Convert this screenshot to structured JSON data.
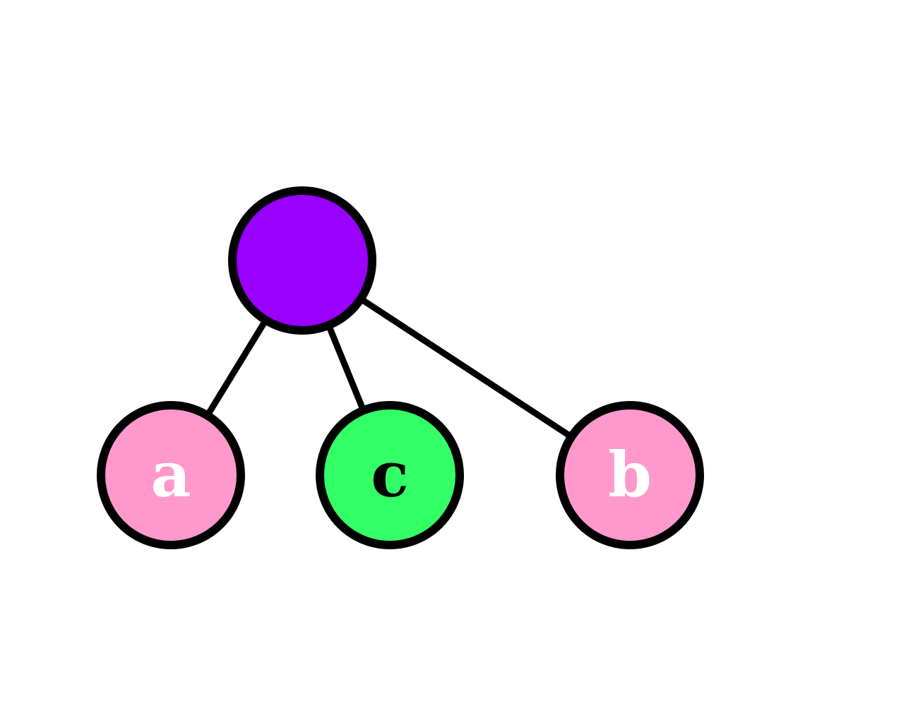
{
  "diagram": {
    "type": "tree",
    "root": {
      "id": "root",
      "label": "",
      "fill": "#9900ff",
      "text_color": "#ffffff"
    },
    "children": [
      {
        "id": "a",
        "label": "a",
        "fill": "#ff99cc",
        "text_color": "#ffffff"
      },
      {
        "id": "c",
        "label": "c",
        "fill": "#33ff66",
        "text_color": "#000000"
      },
      {
        "id": "b",
        "label": "b",
        "fill": "#ff99cc",
        "text_color": "#ffffff"
      }
    ],
    "edges": [
      {
        "from": "root",
        "to": "a"
      },
      {
        "from": "root",
        "to": "c"
      },
      {
        "from": "root",
        "to": "b"
      }
    ],
    "stroke_color": "#000000"
  }
}
